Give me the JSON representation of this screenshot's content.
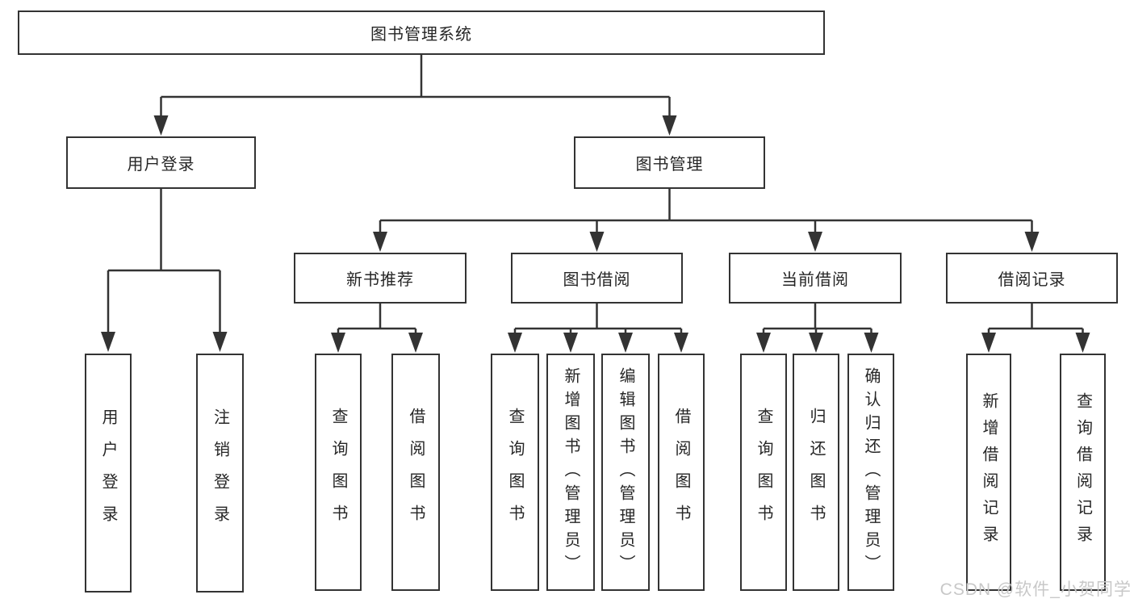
{
  "title": "图书管理系统",
  "tree": {
    "label": "图书管理系统",
    "children": [
      {
        "label": "用户登录",
        "children": [
          {
            "label": "用户登录"
          },
          {
            "label": "注销登录"
          }
        ]
      },
      {
        "label": "图书管理",
        "children": [
          {
            "label": "新书推荐",
            "children": [
              {
                "label": "查询图书"
              },
              {
                "label": "借阅图书"
              }
            ]
          },
          {
            "label": "图书借阅",
            "children": [
              {
                "label": "查询图书"
              },
              {
                "label": "新增图书（管理员）"
              },
              {
                "label": "编辑图书（管理员）"
              },
              {
                "label": "借阅图书"
              }
            ]
          },
          {
            "label": "当前借阅",
            "children": [
              {
                "label": "查询图书"
              },
              {
                "label": "归还图书"
              },
              {
                "label": "确认归还（管理员）"
              }
            ]
          },
          {
            "label": "借阅记录",
            "children": [
              {
                "label": "新增借阅记录"
              },
              {
                "label": "查询借阅记录"
              }
            ]
          }
        ]
      }
    ]
  },
  "watermark": {
    "text": "CSDN @软件_小贺同学"
  },
  "colors": {
    "line": "#333333",
    "box_border": "#333333",
    "text": "#262626",
    "background": "#ffffff",
    "watermark": "#c8c8c8"
  }
}
